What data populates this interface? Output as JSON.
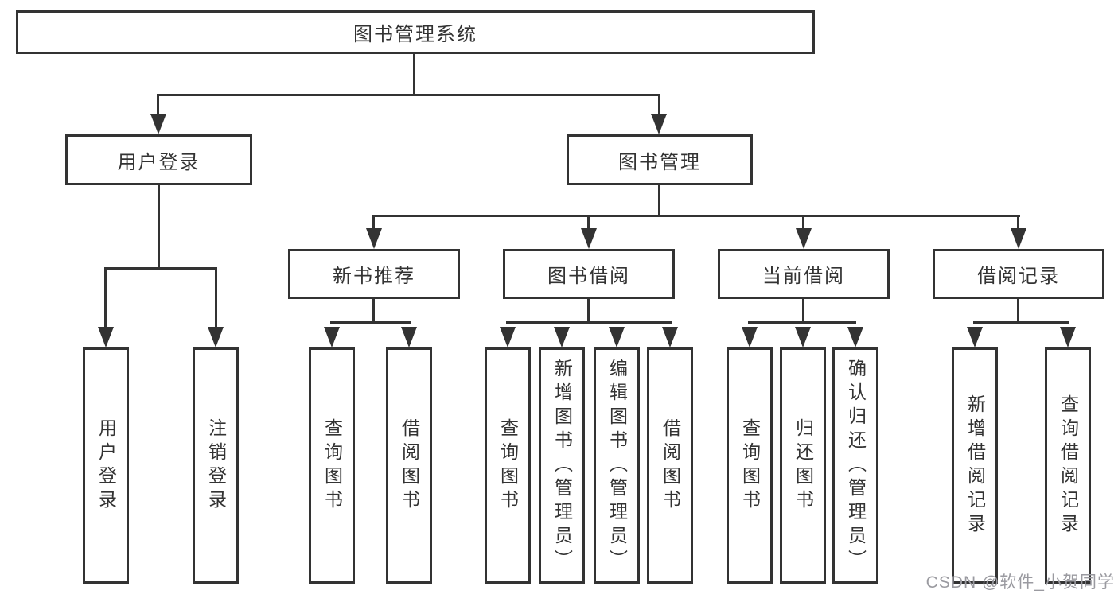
{
  "diagram": {
    "root": {
      "label": "图书管理系统"
    },
    "branches": [
      {
        "label": "用户登录",
        "children": [
          "用户登录",
          "注销登录"
        ]
      },
      {
        "label": "图书管理",
        "children_groups": [
          {
            "label": "新书推荐",
            "children": [
              "查询图书",
              "借阅图书"
            ]
          },
          {
            "label": "图书借阅",
            "children": [
              "查询图书",
              "新增图书（管理员）",
              "编辑图书（管理员）",
              "借阅图书"
            ]
          },
          {
            "label": "当前借阅",
            "children": [
              "查询图书",
              "归还图书",
              "确认归还（管理员）"
            ]
          },
          {
            "label": "借阅记录",
            "children": [
              "新增借阅记录",
              "查询借阅记录"
            ]
          }
        ]
      }
    ]
  },
  "watermark": {
    "text": "CSDN @软件_小贺同学"
  },
  "colors": {
    "line": "#333333",
    "text": "#333333",
    "background": "#ffffff",
    "watermark": "#9a9aa0"
  }
}
